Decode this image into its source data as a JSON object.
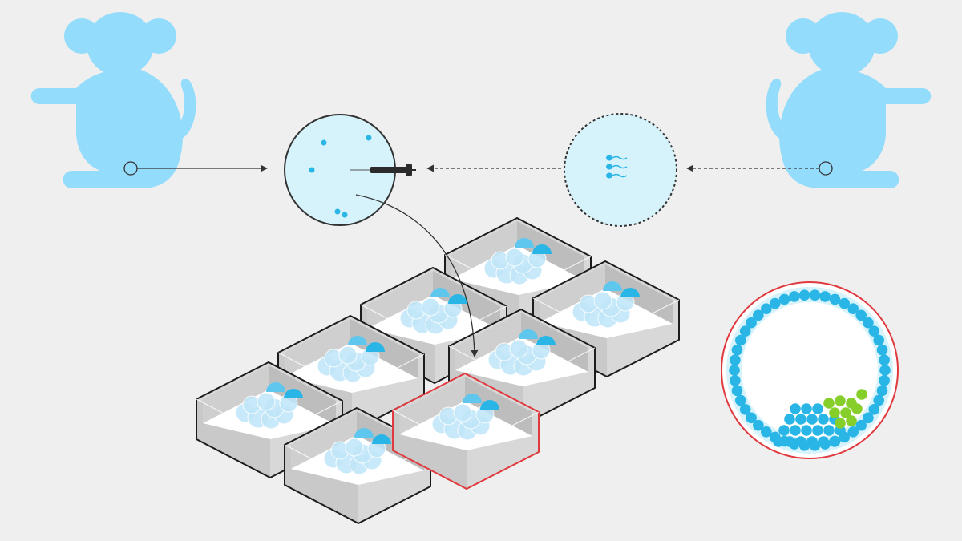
{
  "colors": {
    "background": "#efefef",
    "animal": "#94dcfb",
    "dish_fill": "#d6f3fc",
    "cell": "#29b6e6",
    "cell_highlight": "#86cf2b",
    "outline": "#1c1c1c",
    "selected_outline": "#e0393e",
    "box_wall_light": "#d8d8d8",
    "box_wall_mid": "#c9c9c9",
    "box_floor": "#ffffff",
    "embryo": "#bfe6f8"
  },
  "icons": {
    "left_animal": "monkey-silhouette-icon",
    "right_animal": "monkey-silhouette-icon",
    "injector": "micro-injection-needle-icon",
    "sperm": "sperm-cells-icon"
  },
  "culture_wells": {
    "count": 8,
    "selected_index": 7
  },
  "blastocyst": {
    "outer_cells": 46,
    "inner_blue_cells": 20,
    "inner_green_cells": 9
  }
}
